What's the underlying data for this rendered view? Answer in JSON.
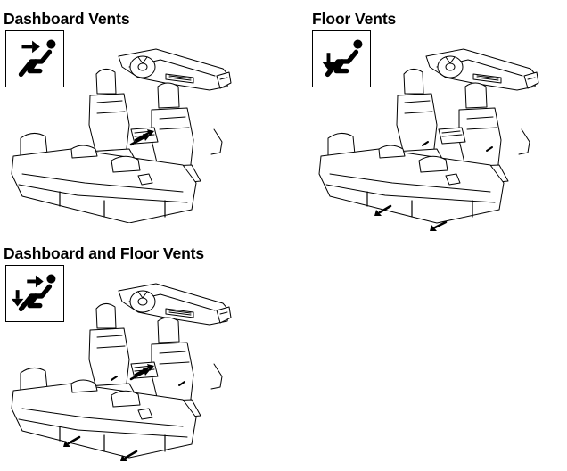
{
  "sections": [
    {
      "title": "Dashboard Vents",
      "icon": "dashboard-vent-mode-icon",
      "airflow": "dashboard"
    },
    {
      "title": "Floor Vents",
      "icon": "floor-vent-mode-icon",
      "airflow": "floor"
    },
    {
      "title": "Dashboard and Floor Vents",
      "icon": "dashboard-and-floor-vent-mode-icon",
      "airflow": "dashboard-and-floor"
    }
  ],
  "colors": {
    "line": "#000000",
    "background": "#ffffff"
  }
}
